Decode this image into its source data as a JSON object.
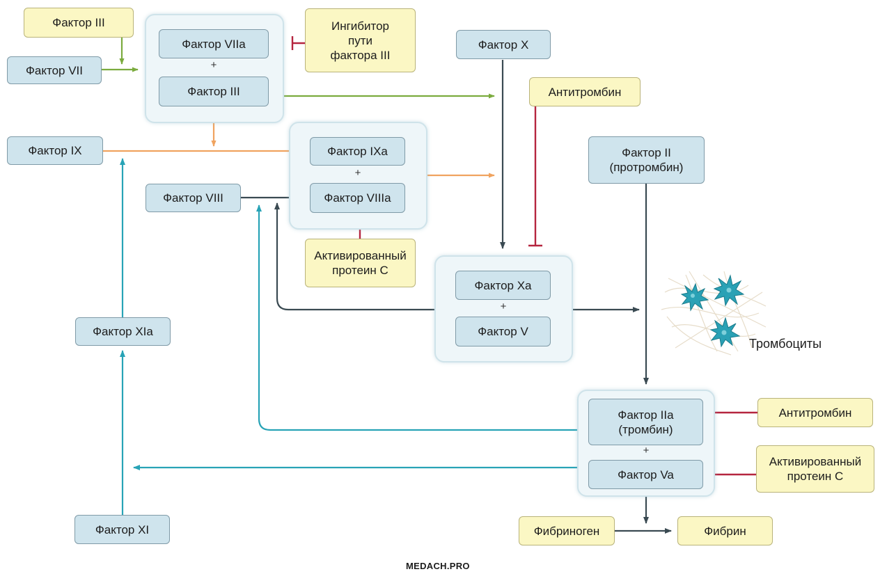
{
  "colors": {
    "green": "#7bab3e",
    "orange": "#f0a35f",
    "teal": "#28a3b6",
    "dark": "#3a4a52",
    "red": "#b5253f",
    "blue_box": "#cfe4ed",
    "yellow_box": "#fbf7c4"
  },
  "nodes": {
    "factor_iii_top": "Фактор III",
    "factor_vii": "Фактор VII",
    "factor_viia": "Фактор VIIa",
    "factor_iii_complex": "Фактор III",
    "inhibitor_factor_iii": "Ингибитор\nпути\nфактора III",
    "factor_x": "Фактор X",
    "antithrombin_top": "Антитромбин",
    "factor_ix": "Фактор IX",
    "factor_ixa": "Фактор IXa",
    "factor_viiia": "Фактор VIIIa",
    "factor_viii": "Фактор VIII",
    "factor_ii": "Фактор II\n(протромбин)",
    "activated_protein_c_top": "Активированный\nпротеин С",
    "factor_xa": "Фактор Xa",
    "factor_v": "Фактор V",
    "factor_xia": "Фактор XIa",
    "factor_iia": "Фактор IIa\n(тромбин)",
    "factor_va": "Фактор Va",
    "antithrombin_bottom": "Антитромбин",
    "activated_protein_c_bottom": "Активированный\nпротеин С",
    "factor_xi": "Фактор XI",
    "fibrinogen": "Фибриноген",
    "fibrin": "Фибрин"
  },
  "plus_sign": "+",
  "platelets_label": "Тромбоциты",
  "watermark": "MEDACH.PRO"
}
